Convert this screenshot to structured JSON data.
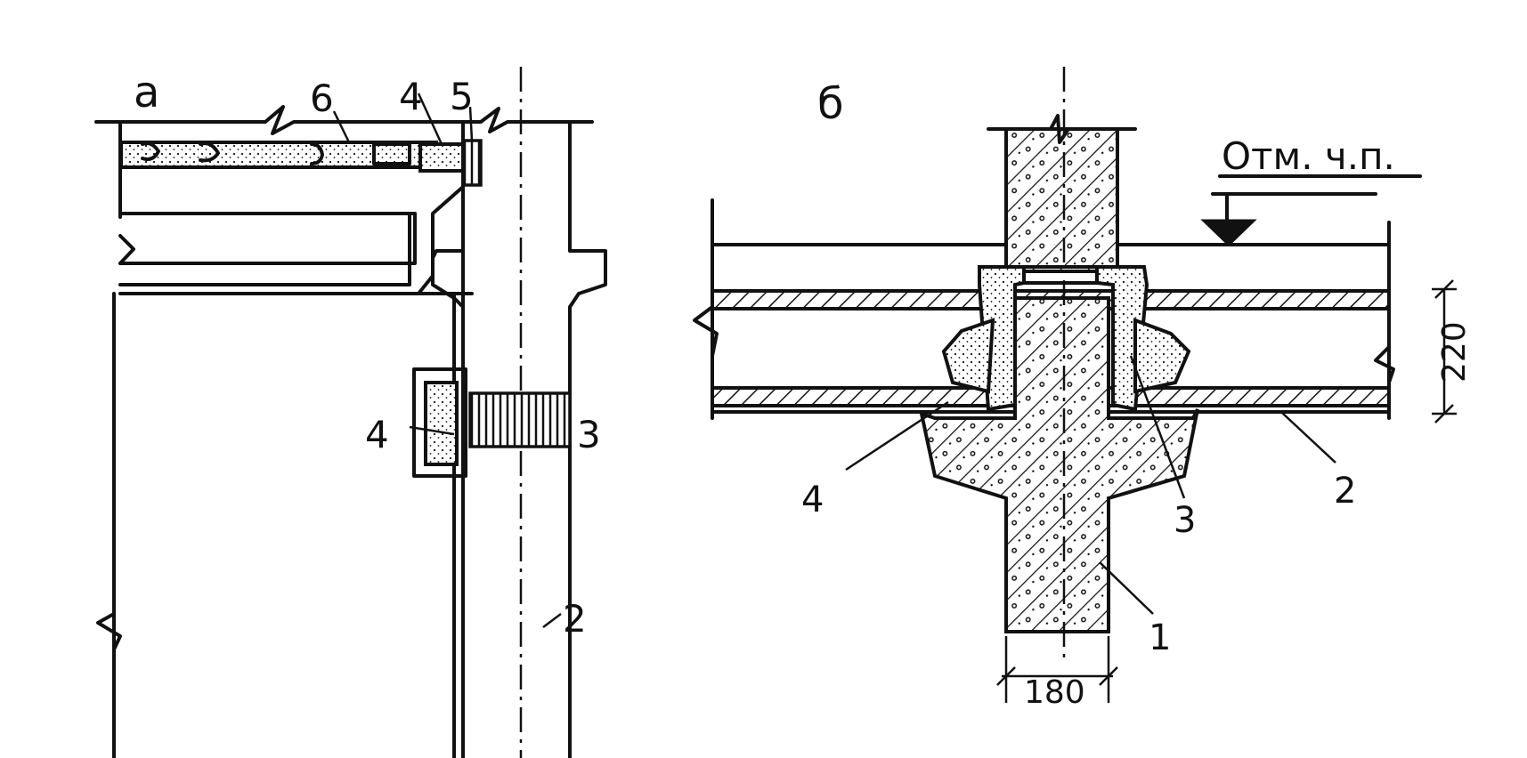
{
  "panel_a": {
    "label": "а",
    "callouts": [
      "6",
      "4",
      "5",
      "4",
      "3",
      "2"
    ]
  },
  "panel_b": {
    "label": "б",
    "level_mark": "Отм. ч.п.",
    "callouts": [
      "4",
      "3",
      "2",
      "1"
    ],
    "dimension_height": "220",
    "dimension_width": "180"
  },
  "colors": {
    "ink": "#111111",
    "paper": "#ffffff"
  }
}
